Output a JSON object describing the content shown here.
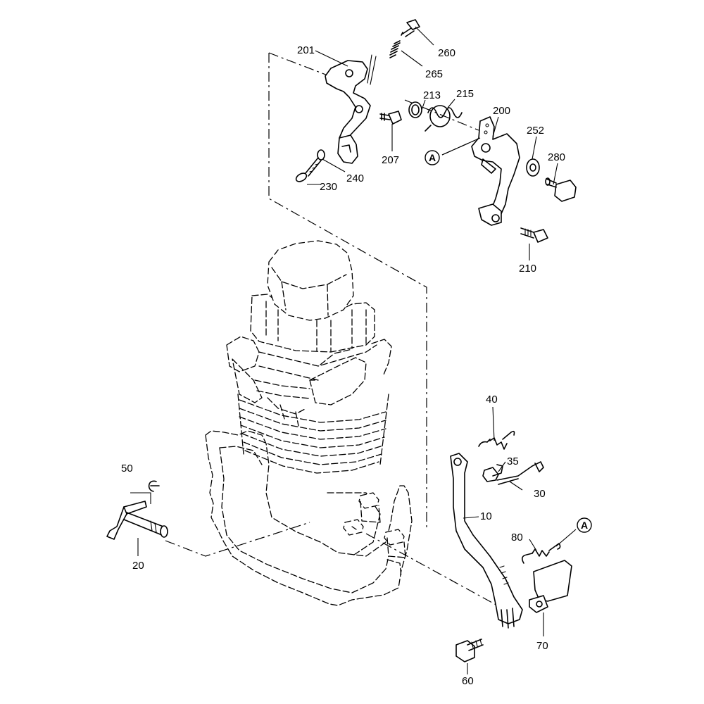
{
  "callouts": {
    "p10": "10",
    "p20": "20",
    "p30": "30",
    "p35": "35",
    "p40": "40",
    "p50": "50",
    "p60": "60",
    "p70": "70",
    "p80": "80",
    "p200": "200",
    "p201": "201",
    "p207": "207",
    "p210": "210",
    "p213": "213",
    "p215": "215",
    "p230": "230",
    "p240": "240",
    "p252": "252",
    "p260": "260",
    "p265": "265",
    "p280": "280"
  },
  "refs": {
    "a_top": "A",
    "a_bottom": "A"
  }
}
